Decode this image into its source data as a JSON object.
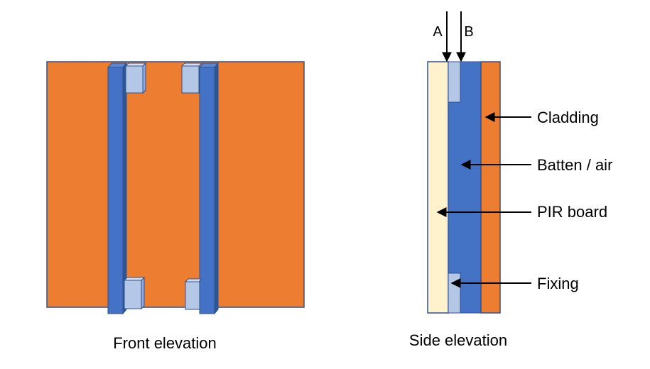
{
  "colors": {
    "cladding": "#ED7D31",
    "batten": "#4472C4",
    "batten_side": "#2F5597",
    "fixing": "#B4C7E7",
    "fixing_side": "#8FAADC",
    "pir": "#FFF2CC",
    "outline": "#2F528F",
    "arrow": "#000000"
  },
  "front_elevation": {
    "caption": "Front elevation"
  },
  "side_elevation": {
    "caption": "Side elevation",
    "marker_a": "A",
    "marker_b": "B",
    "labels": {
      "cladding": "Cladding",
      "batten": "Batten / air",
      "pir": "PIR board",
      "fixing": "Fixing"
    }
  }
}
